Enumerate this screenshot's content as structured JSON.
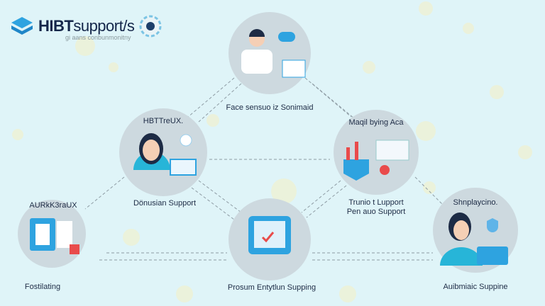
{
  "logo": {
    "brand": "HIBT",
    "suffix": "support/s",
    "tagline": "gi aans conbunmonitny"
  },
  "nodes": [
    {
      "id": "top",
      "caption": "Face sensuo iz Sonimaid"
    },
    {
      "id": "left-mid",
      "title": "HBTTreUX.",
      "caption": "Dönusian Support"
    },
    {
      "id": "right-mid",
      "title": "Maqil bying Aca",
      "caption_line1": "Trunio t Lupport",
      "caption_line2": "Pen auo Support"
    },
    {
      "id": "bottom-left",
      "title": "AURkK3raUX",
      "caption": "Fostilating"
    },
    {
      "id": "bottom-center",
      "caption": "Prosum Entytlun Supping"
    },
    {
      "id": "bottom-right",
      "title": "Shnplaycino.",
      "caption": "Auibmiaic Suppine"
    }
  ],
  "colors": {
    "background": "#dff4f8",
    "circle": "#cdd9df",
    "accent": "#2ea3e0",
    "text": "#1d2b45"
  }
}
